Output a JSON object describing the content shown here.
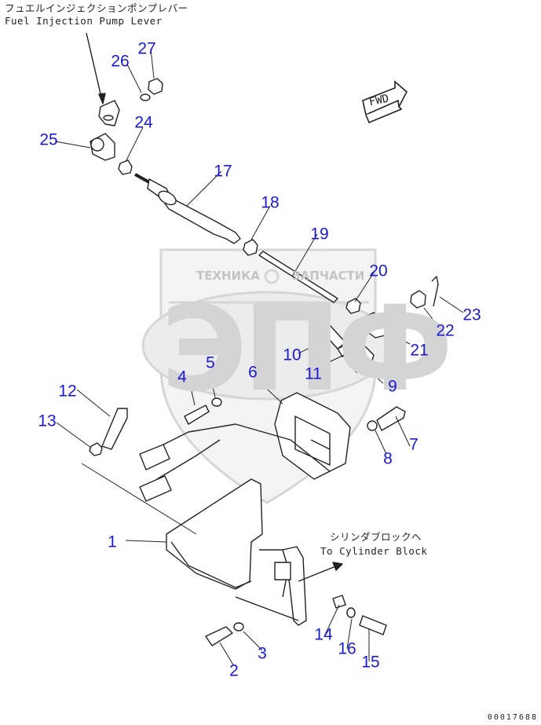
{
  "notes": {
    "pump_lever_jp": "フュエルインジェクションポンプレバー",
    "pump_lever_en": "Fuel Injection Pump Lever",
    "cylinder_block_jp": "シリンダブロックへ",
    "cylinder_block_en": "To Cylinder Block",
    "fwd": "FWD"
  },
  "watermark": {
    "left": "ТЕХНИКА",
    "right": "ЗАПЧАСТИ",
    "big": "ЭПФ"
  },
  "reference": "00017688",
  "callouts": [
    "1",
    "2",
    "3",
    "4",
    "5",
    "6",
    "7",
    "8",
    "9",
    "10",
    "11",
    "12",
    "13",
    "14",
    "15",
    "16",
    "17",
    "18",
    "19",
    "20",
    "21",
    "22",
    "23",
    "24",
    "25",
    "26",
    "27"
  ],
  "colors": {
    "callout": "#1a1ad6",
    "line": "#222222",
    "watermark": "#cfcfcf"
  }
}
